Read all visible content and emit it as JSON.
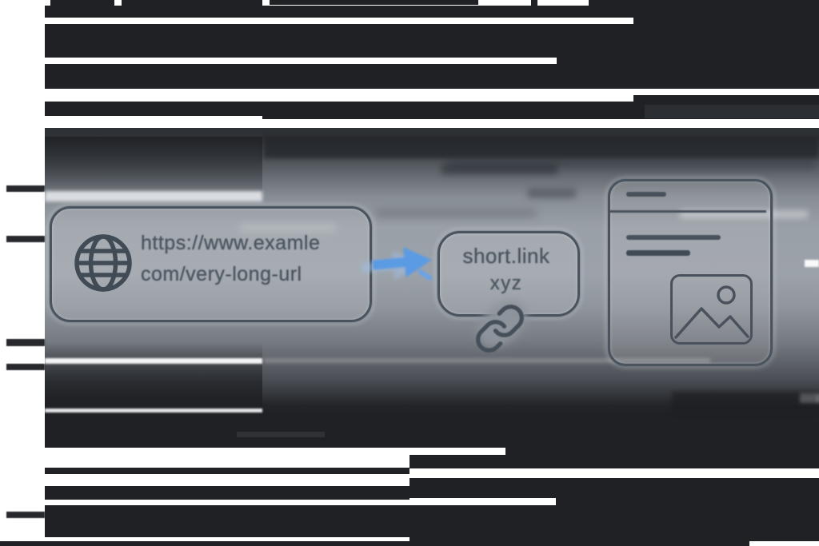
{
  "long_url_card": {
    "url_line1": "https://www.examle",
    "url_line2": "com/very-long-url",
    "icon": "globe-icon"
  },
  "arrow": {
    "icon": "arrow-right-icon",
    "color": "#5b9be4"
  },
  "short_link_card": {
    "line1": "short.link",
    "line2": "xyz",
    "icon": "chain-link-icon"
  },
  "webpage_preview": {
    "icon": "image-placeholder-icon"
  },
  "colors": {
    "outline": "#49525c",
    "text": "#4d5761",
    "arrow_blue": "#5b9be4",
    "background_gray": "#9aa0a7",
    "redaction_black": "#1f2125",
    "canvas_white": "#ffffff"
  }
}
